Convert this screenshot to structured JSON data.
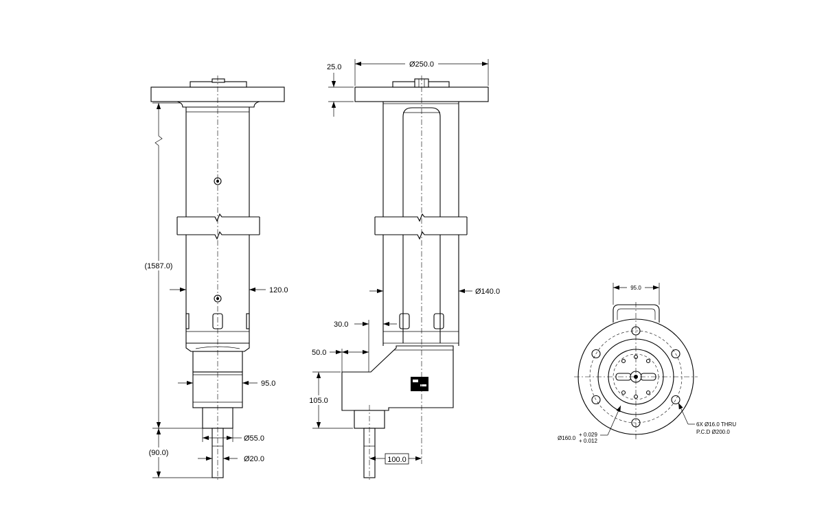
{
  "views": {
    "side": {
      "overall_length": "(1587.0)",
      "tube_width": "120.0",
      "body_width": "95.0",
      "shaft_diameter": "Ø55.0",
      "pin_diameter": "Ø20.0",
      "pin_length": "(90.0)"
    },
    "front": {
      "flange_diameter": "Ø250.0",
      "flange_thickness": "25.0",
      "tube_diameter": "Ø140.0",
      "offset_small": "30.0",
      "offset_arm": "50.0",
      "arm_height": "105.0",
      "shaft_offset": "100.0"
    },
    "bottom": {
      "handle_width": "95.0",
      "hole_note_line1": "6X Ø16.0 THRU",
      "hole_note_line2": "P.C.D Ø200.0",
      "bore_diameter": "Ø160.0",
      "bore_tol_upper": "+ 0.029",
      "bore_tol_lower": "+ 0.012"
    }
  }
}
